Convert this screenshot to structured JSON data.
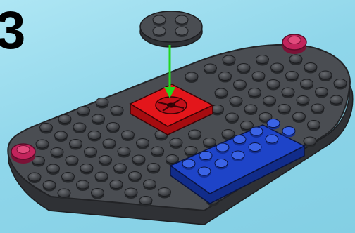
{
  "instruction": {
    "step_number": "3"
  },
  "scene": {
    "background_color": "#8fd6ea",
    "parts": [
      {
        "name": "round-plate-2x2",
        "color": "#4a4d52",
        "action": "place"
      },
      {
        "name": "red-turntable-plate-2x2",
        "color": "#e3161b"
      },
      {
        "name": "blue-plate-2x6",
        "color": "#1e44c8"
      },
      {
        "name": "dark-grey-base-plate",
        "color": "#4a4d52"
      },
      {
        "name": "magenta-round-tile",
        "color": "#c2245c"
      }
    ],
    "arrow_color": "#22d61e"
  }
}
